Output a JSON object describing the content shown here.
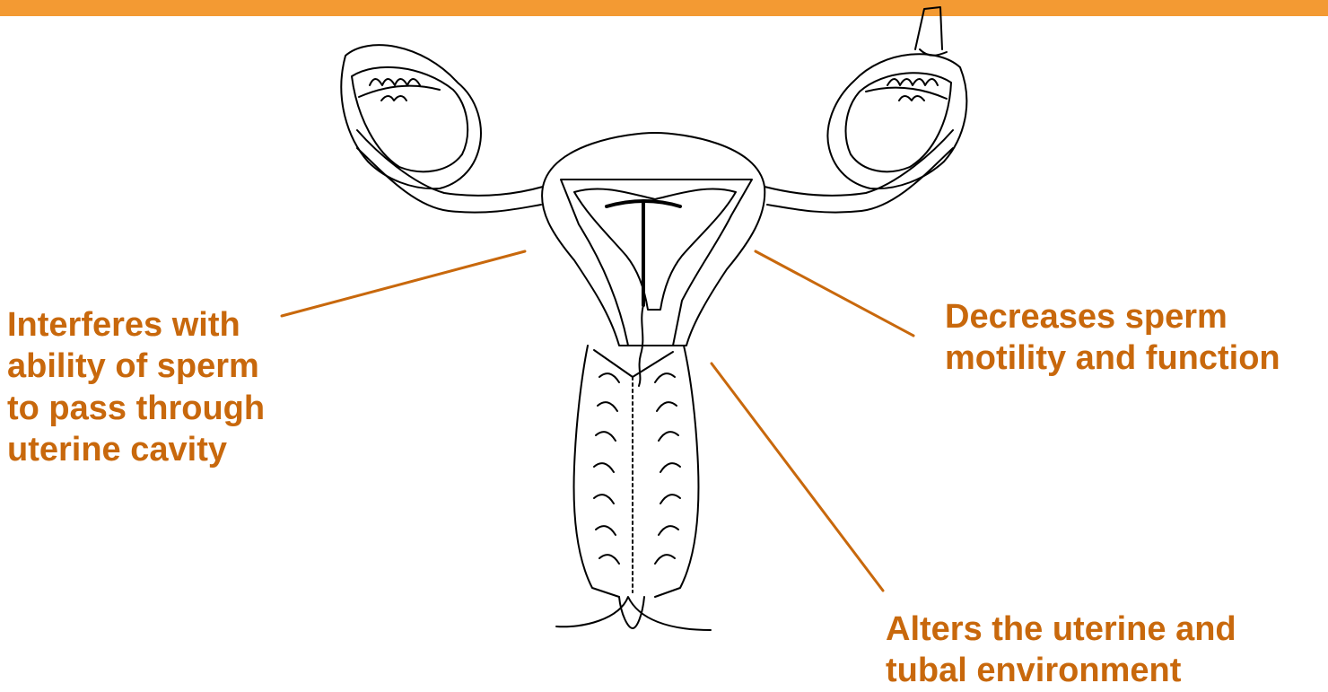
{
  "slide": {
    "accent_color": "#f39a33",
    "label_color": "#c8680c"
  },
  "diagram": {
    "subject": "uterus-with-iud-icon",
    "callouts": {
      "left": {
        "lines": [
          "Interferes with",
          "ability of sperm",
          "to pass through",
          "uterine cavity"
        ]
      },
      "right": {
        "lines": [
          "Decreases sperm",
          "motility and function"
        ]
      },
      "bottom": {
        "lines": [
          "Alters the uterine and",
          "tubal environment"
        ]
      }
    }
  }
}
